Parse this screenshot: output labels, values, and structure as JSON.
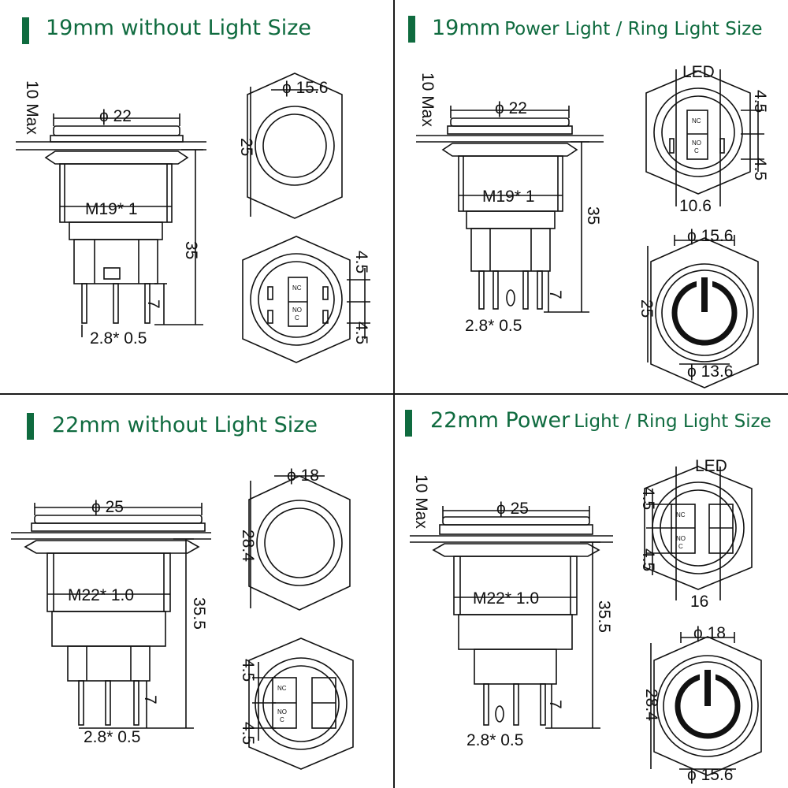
{
  "panels": {
    "p19_plain": {
      "title": "19mm without Light Size",
      "max_label": "10 Max",
      "diameter": "ϕ 22",
      "thread": "M19* 1",
      "height": "35",
      "pin_len": "7",
      "pin_size": "2.8* 0.5",
      "front_diam": "ϕ 15.6",
      "front_height": "25",
      "back_top": "4.5",
      "back_bottom": "4.5",
      "nc": "NC",
      "no": "NO",
      "c": "C"
    },
    "p19_light": {
      "title_a": "19mm",
      "title_b": "Power Light / Ring Light Size",
      "max_label": "10 Max",
      "diameter": "ϕ 22",
      "thread": "M19* 1",
      "height": "35",
      "pin_len": "7",
      "pin_size": "2.8* 0.5",
      "led": "LED",
      "back_top": "4.5",
      "back_bottom": "4.5",
      "back_width": "10.6",
      "front_diam": "ϕ 15.6",
      "front_height": "25",
      "front_inner": "ϕ 13.6",
      "nc": "NC",
      "no": "NO",
      "c": "C"
    },
    "p22_plain": {
      "title": "22mm without Light Size",
      "diameter": "ϕ 25",
      "thread": "M22* 1.0",
      "height": "35.5",
      "pin_len": "7",
      "pin_size": "2.8* 0.5",
      "front_diam": "ϕ 18",
      "front_height": "28.4",
      "back_top": "4.5",
      "back_bottom": "4.5",
      "nc": "NC",
      "no": "NO",
      "c": "C"
    },
    "p22_light": {
      "title_a": "22mm Power",
      "title_b": "Light / Ring Light Size",
      "max_label": "10 Max",
      "diameter": "ϕ 25",
      "thread": "M22* 1.0",
      "height": "35.5",
      "pin_len": "7",
      "pin_size": "2.8* 0.5",
      "led": "LED",
      "back_top": "4.5",
      "back_bottom": "4.5",
      "back_width": "16",
      "front_diam": "ϕ 18",
      "front_height": "28.4",
      "front_inner": "ϕ 15.6",
      "nc": "NC",
      "no": "NO",
      "c": "C"
    }
  },
  "colors": {
    "accent": "#0f6b3f",
    "line": "#111111"
  }
}
